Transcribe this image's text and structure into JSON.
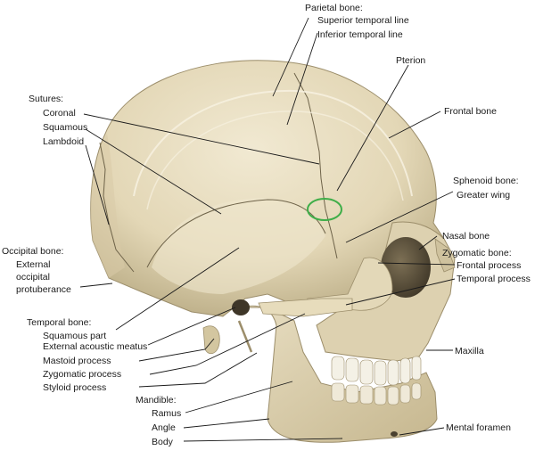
{
  "labels": {
    "parietal_bone": "Parietal bone:",
    "superior_temporal_line": "Superior temporal line",
    "inferior_temporal_line": "Inferior temporal line",
    "pterion": "Pterion",
    "sutures": "Sutures:",
    "coronal": "Coronal",
    "squamous": "Squamous",
    "lambdoid": "Lambdoid",
    "frontal_bone": "Frontal bone",
    "sphenoid_bone": "Sphenoid bone:",
    "greater_wing": "Greater wing",
    "nasal_bone": "Nasal bone",
    "occipital_bone": "Occipital bone:",
    "external": "External",
    "occipital": "occipital",
    "protuberance": "protuberance",
    "zygomatic_bone": "Zygomatic bone:",
    "frontal_process": "Frontal process",
    "temporal_process": "Temporal process",
    "temporal_bone": "Temporal bone:",
    "squamous_part": "Squamous part",
    "external_acoustic_meatus": "External acoustic meatus",
    "mastoid_process": "Mastoid process",
    "zygomatic_process": "Zygomatic process",
    "styloid_process": "Styloid process",
    "maxilla": "Maxilla",
    "mandible": "Mandible:",
    "ramus": "Ramus",
    "angle": "Angle",
    "body": "Body",
    "mental_foramen": "Mental foramen"
  },
  "colors": {
    "bone": "#e6dcbf",
    "bone_shadow": "#b9ab84",
    "bone_dark": "#8f8262",
    "teeth": "#f4f1e6",
    "pterion_circle": "#3fae49",
    "ink": "#1a1a1a"
  }
}
